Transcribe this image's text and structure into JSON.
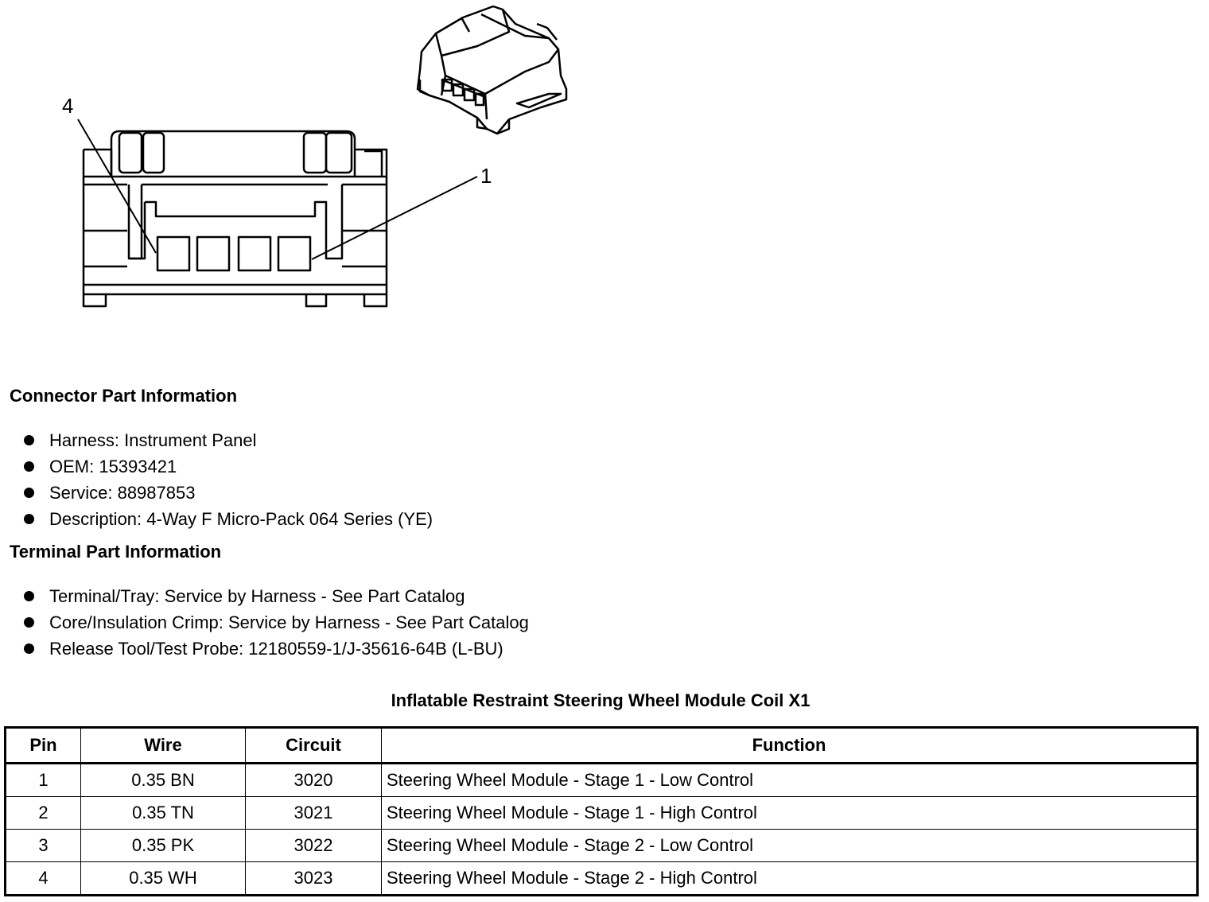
{
  "diagram": {
    "callouts": [
      "4",
      "1"
    ]
  },
  "connector_info": {
    "title": "Connector Part Information",
    "items": [
      "Harness: Instrument Panel",
      "OEM: 15393421",
      "Service: 88987853",
      "Description: 4-Way F Micro-Pack 064 Series (YE)"
    ]
  },
  "terminal_info": {
    "title": "Terminal Part Information",
    "items": [
      "Terminal/Tray: Service by Harness - See Part Catalog",
      "Core/Insulation Crimp: Service by Harness - See Part Catalog",
      "Release Tool/Test Probe: 12180559-1/J-35616-64B (L-BU)"
    ]
  },
  "table": {
    "title": "Inflatable Restraint Steering Wheel Module Coil X1",
    "headers": [
      "Pin",
      "Wire",
      "Circuit",
      "Function"
    ],
    "rows": [
      {
        "pin": "1",
        "wire": "0.35 BN",
        "circuit": "3020",
        "function": "Steering Wheel Module - Stage 1 - Low Control"
      },
      {
        "pin": "2",
        "wire": "0.35 TN",
        "circuit": "3021",
        "function": "Steering Wheel Module - Stage 1 - High Control"
      },
      {
        "pin": "3",
        "wire": "0.35 PK",
        "circuit": "3022",
        "function": "Steering Wheel Module - Stage 2 - Low Control"
      },
      {
        "pin": "4",
        "wire": "0.35 WH",
        "circuit": "3023",
        "function": "Steering Wheel Module - Stage 2 - High Control"
      }
    ]
  }
}
